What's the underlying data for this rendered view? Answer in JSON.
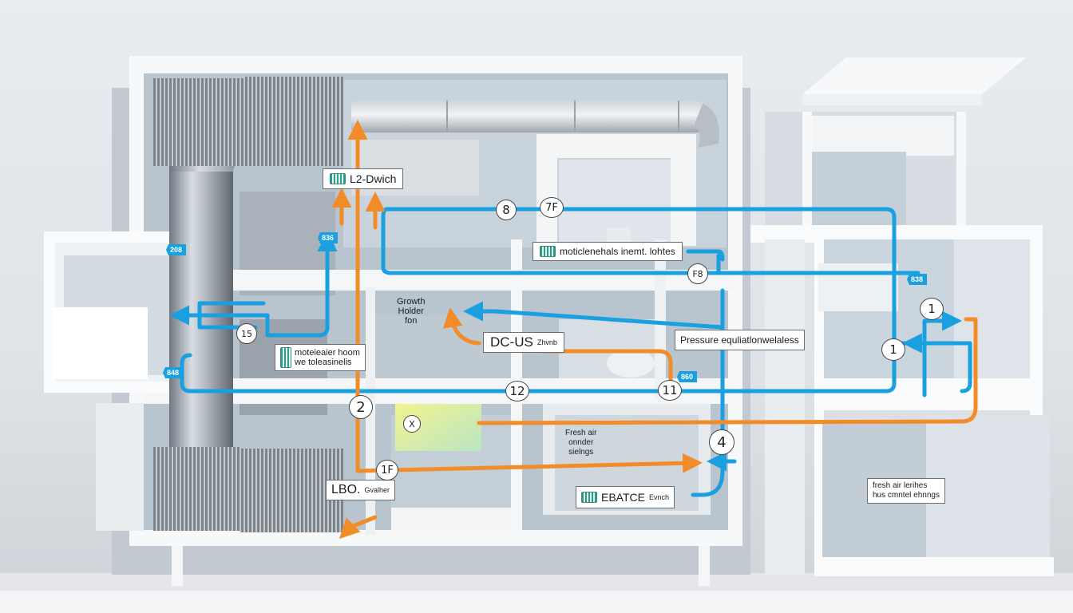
{
  "labels": {
    "l2_dwich": "L2-Dwich",
    "moticleneluls": "moticlenehals inemt. lohtes",
    "growth_line1": "Growth",
    "growth_line2": "Holder",
    "growth_line3": "fon",
    "dc_us": "DC-US",
    "dc_us_small": "Zhvnb",
    "pressure": "Pressure equliatlonwelaless",
    "motelaer_line1": "moteieaier hoom",
    "motelaer_line2": "we toleasinelis",
    "fresh_outer_line1": "Fresh air",
    "fresh_outer_line2": "onnder",
    "fresh_outer_line3": "sielngs",
    "lbo": "LBO.",
    "lbo_small": "Gvalher",
    "ebatce": "EBATCE",
    "ebatce_small": "Evnch",
    "fresh_right_line1": "fresh air lerihes",
    "fresh_right_line2": "hus cmntel ehnngs"
  },
  "tags": {
    "t1": "208",
    "t2": "836",
    "t3": "838",
    "t4": "848",
    "t5": "860"
  },
  "numbers": {
    "n8": "8",
    "n7f": "7F",
    "nf8": "F8",
    "n1a": "1",
    "n1b": "1",
    "n15": "15",
    "n2": "2",
    "n12": "12",
    "n11": "11",
    "n4": "4",
    "n1f": "1F",
    "nx": "X"
  },
  "colors": {
    "supply_air": "#1aa0e0",
    "return_air": "#f28c28",
    "wall": "#ffffff",
    "room": "#c9d3dc"
  }
}
